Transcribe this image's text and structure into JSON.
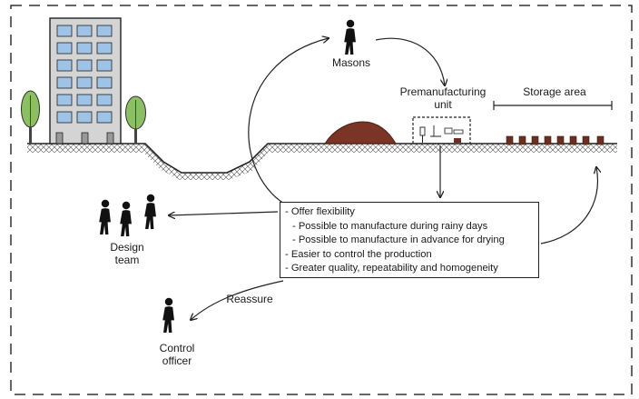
{
  "labels": {
    "masons": "Masons",
    "premanufacturing_unit": "Premanufacturing\nunit",
    "storage_area": "Storage area",
    "design_team": "Design\nteam",
    "control_officer": "Control\nofficer",
    "reassure": "Reassure"
  },
  "benefits": [
    {
      "text": "- Offer flexibility",
      "level": 0
    },
    {
      "text": "- Possible to manufacture during rainy days",
      "level": 1
    },
    {
      "text": "- Possible to manufacture in advance for drying",
      "level": 1
    },
    {
      "text": "- Easier to control the production",
      "level": 0
    },
    {
      "text": "- Greater quality, repeatability and homogeneity",
      "level": 0
    }
  ],
  "colors": {
    "soil_pile": "#7a3526",
    "block": "#6b2f22",
    "tree": "#8cbf63",
    "building": "#d4d4d4",
    "window": "#9ec3e6",
    "outline": "#222222"
  }
}
